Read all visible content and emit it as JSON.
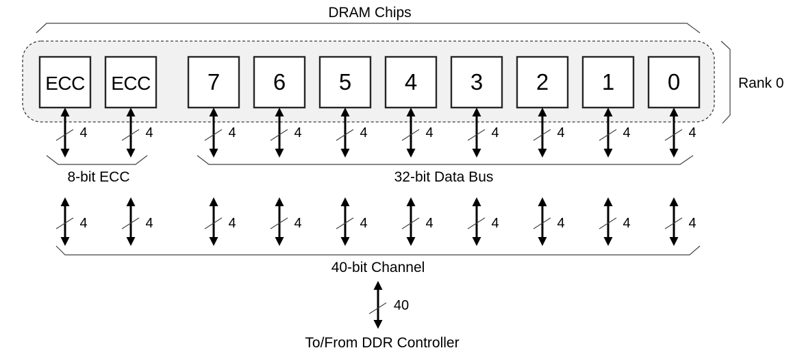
{
  "diagram": {
    "title": "DRAM Chips",
    "rank": {
      "label": "Rank 0"
    },
    "chips": [
      {
        "label": "ECC",
        "type": "ecc"
      },
      {
        "label": "ECC",
        "type": "ecc"
      },
      {
        "label": "7",
        "type": "data"
      },
      {
        "label": "6",
        "type": "data"
      },
      {
        "label": "5",
        "type": "data"
      },
      {
        "label": "4",
        "type": "data"
      },
      {
        "label": "3",
        "type": "data"
      },
      {
        "label": "2",
        "type": "data"
      },
      {
        "label": "1",
        "type": "data"
      },
      {
        "label": "0",
        "type": "data"
      }
    ],
    "chip_bus_width_label": "4",
    "ecc_bus": {
      "label": "8-bit ECC"
    },
    "data_bus": {
      "label": "32-bit Data Bus"
    },
    "channel": {
      "label": "40-bit Channel",
      "width_label": "40"
    },
    "controller": {
      "label": "To/From DDR Controller"
    }
  },
  "colors": {
    "background": "#ffffff",
    "line": "#404040",
    "arrow": "#000000",
    "text": "#000000",
    "chip_fill": "#ffffff",
    "chip_border": "#262626",
    "rank_fill": "#f1f1f1",
    "rank_border": "#3a3a3a"
  }
}
